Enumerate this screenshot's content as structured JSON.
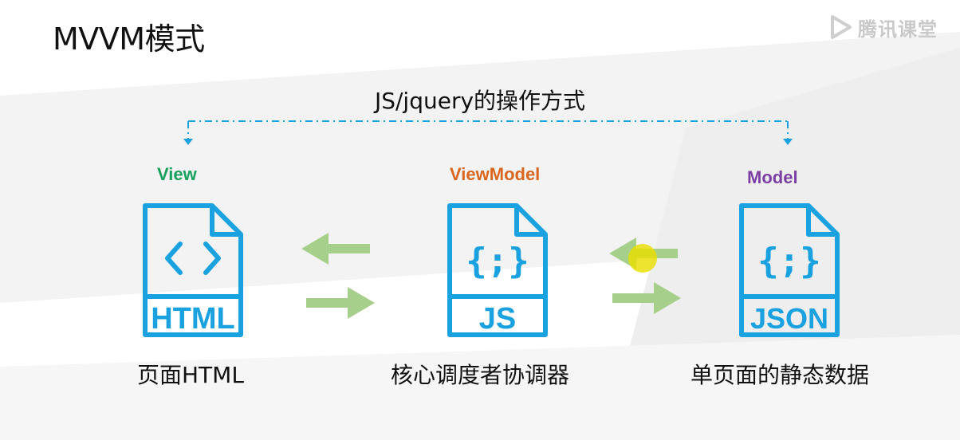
{
  "page_title": "MVVM模式",
  "logo_text": "腾讯课堂",
  "diagram": {
    "top_label": "JS/jquery的操作方式",
    "nodes": [
      {
        "role": "View",
        "role_color": "#17a05d",
        "file_text": "HTML",
        "symbol": "< >",
        "icon": "html-file-icon",
        "caption": "页面HTML"
      },
      {
        "role": "ViewModel",
        "role_color": "#d9661c",
        "file_text": "JS",
        "symbol": "{;}",
        "icon": "js-file-icon",
        "caption": "核心调度者协调器"
      },
      {
        "role": "Model",
        "role_color": "#7b3fa3",
        "file_text": "JSON",
        "symbol": "{;}",
        "icon": "json-file-icon",
        "caption": "单页面的静态数据"
      }
    ],
    "icon_color": "#1aa1e0",
    "arrow_color": "#a7cf8c",
    "connector_color": "#1aa1e0"
  }
}
